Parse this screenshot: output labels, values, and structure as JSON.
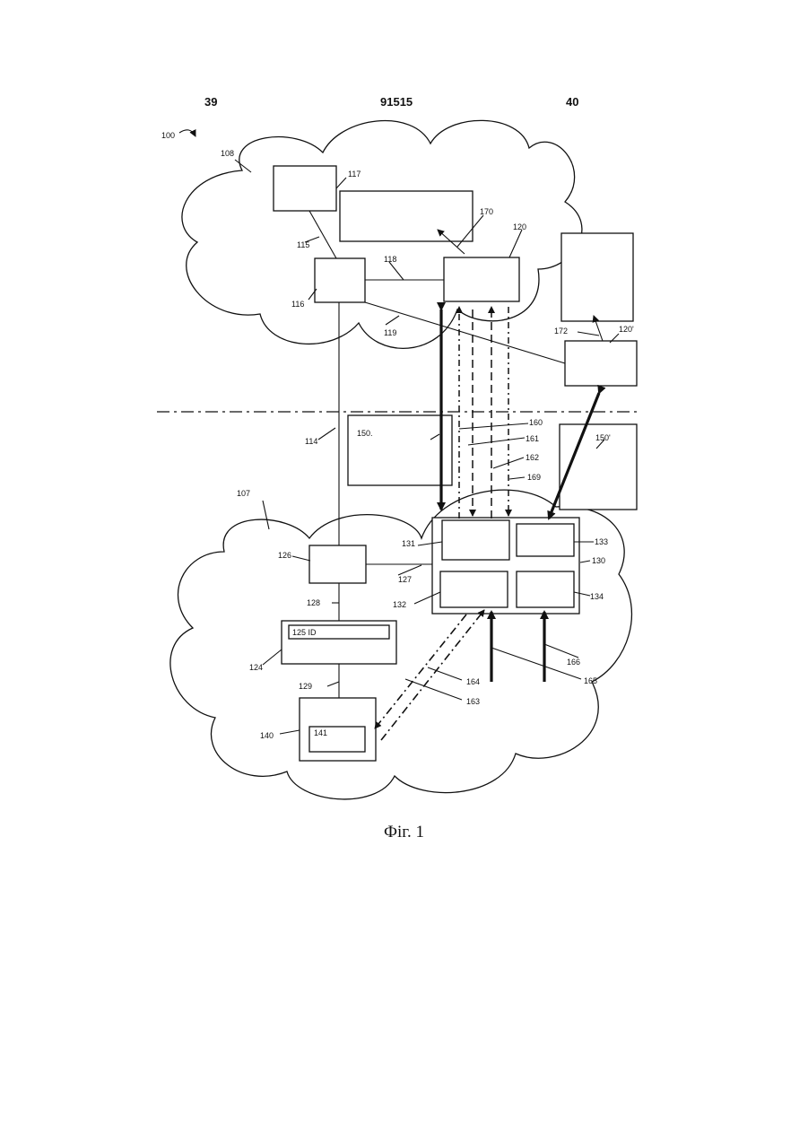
{
  "header": {
    "left_page": "39",
    "patent_number": "91515",
    "right_page": "40"
  },
  "figure": {
    "caption": "Фіг. 1",
    "labels": {
      "system": "100",
      "network_top": "108",
      "network_bottom": "107",
      "n117": "117",
      "n170": "170",
      "n120": "120",
      "n115": "115",
      "n118": "118",
      "n116": "116",
      "n119": "119",
      "n172": "172",
      "n120p": "120'",
      "n114": "114",
      "n150": "150.",
      "n160": "160",
      "n161": "161",
      "n162": "162",
      "n169": "169",
      "n150p": "150'",
      "n126": "126",
      "n131": "131",
      "n133": "133",
      "n130": "130",
      "n127": "127",
      "n128": "128",
      "n132": "132",
      "n134": "134",
      "n125": "125 ID",
      "n124": "124",
      "n166": "166",
      "n165": "165",
      "n164": "164",
      "n129": "129",
      "n163": "163",
      "n140": "140",
      "n141": "141"
    }
  }
}
